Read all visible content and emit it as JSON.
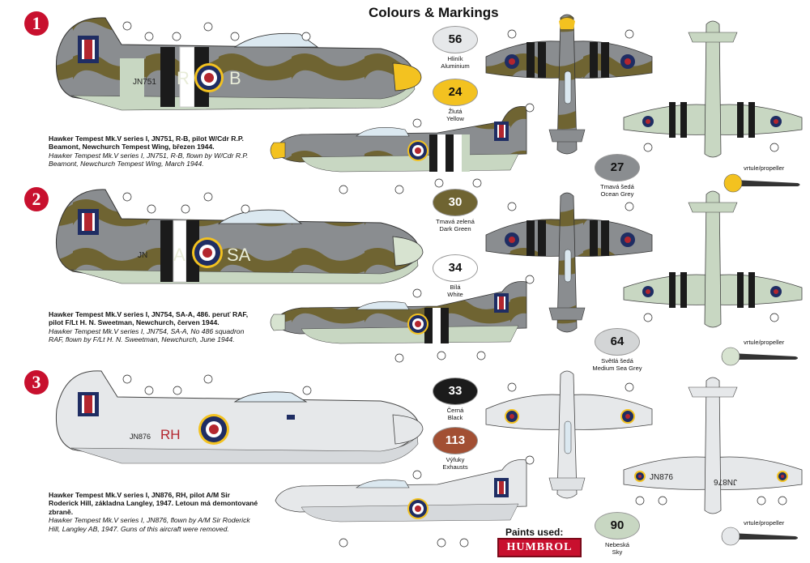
{
  "title": "Colours & Markings",
  "schemes": [
    {
      "number": "1",
      "desc_cz": "Hawker Tempest Mk.V series I, JN751, R-B, pilot W/Cdr R.P. Beamont, Newchurch Tempest Wing, březen 1944.",
      "desc_en": "Hawker Tempest Mk.V series I, JN751, R-B, flown by W/Cdr R.P. Beamont, Newchurch Tempest Wing, March 1944.",
      "serial": "JN751",
      "code_left": "R",
      "code_right": "B"
    },
    {
      "number": "2",
      "desc_cz": "Hawker Tempest Mk.V series I, JN754, SA-A, 486. peruť RAF, pilot F/Lt H. N. Sweetman, Newchurch, červen 1944.",
      "desc_en": "Hawker Tempest Mk.V series I, JN754, SA-A, No 486 squadron RAF, flown by F/Lt H. N. Sweetman, Newchurch, June 1944.",
      "serial": "JN",
      "code_left": "A",
      "code_right": "SA"
    },
    {
      "number": "3",
      "desc_cz": "Hawker Tempest Mk.V series I, JN876, RH, pilot A/M Sir Roderick Hill, základna Langley, 1947. Letoun má demontované zbraně.",
      "desc_en": "Hawker Tempest Mk.V series I, JN876, flown by A/M Sir Roderick Hill, Langley AB, 1947. Guns of this aircraft were removed.",
      "serial": "JN876",
      "code_right": "RH"
    }
  ],
  "paints": [
    {
      "code": "56",
      "name_cz": "Hliník",
      "name_en": "Aluminium",
      "color": "#e6e8ea",
      "text": "#111"
    },
    {
      "code": "24",
      "name_cz": "Žlutá",
      "name_en": "Yellow",
      "color": "#f3c220",
      "text": "#111"
    },
    {
      "code": "27",
      "name_cz": "Tmavá šedá",
      "name_en": "Ocean Grey",
      "color": "#8a8d90",
      "text": "#111"
    },
    {
      "code": "30",
      "name_cz": "Tmavá zelená",
      "name_en": "Dark Green",
      "color": "#6f6432",
      "text": "#fff"
    },
    {
      "code": "34",
      "name_cz": "Bílá",
      "name_en": "White",
      "color": "#ffffff",
      "text": "#111"
    },
    {
      "code": "64",
      "name_cz": "Světlá šedá",
      "name_en": "Medium Sea Grey",
      "color": "#d3d5d6",
      "text": "#111"
    },
    {
      "code": "33",
      "name_cz": "Černá",
      "name_en": "Black",
      "color": "#1b1b1b",
      "text": "#fff"
    },
    {
      "code": "113",
      "name_cz": "Výfuky",
      "name_en": "Exhausts",
      "color": "#a24f33",
      "text": "#fff"
    },
    {
      "code": "90",
      "name_cz": "Nebeská",
      "name_en": "Sky",
      "color": "#c8d7c2",
      "text": "#111"
    }
  ],
  "propeller_label": "vrtule/propeller",
  "paints_used_label": "Paints used:",
  "brand": "HUMBROL",
  "wing_serial_left": "JN876",
  "wing_serial_right": "JN876",
  "colors": {
    "roundel_red": "#b3262e",
    "roundel_blue": "#1f2d63",
    "roundel_yellow": "#f3c220",
    "dark_green": "#6f6432",
    "ocean_grey": "#8a8d90",
    "sky": "#c8d7c2",
    "aluminium": "#dfe2e4"
  }
}
